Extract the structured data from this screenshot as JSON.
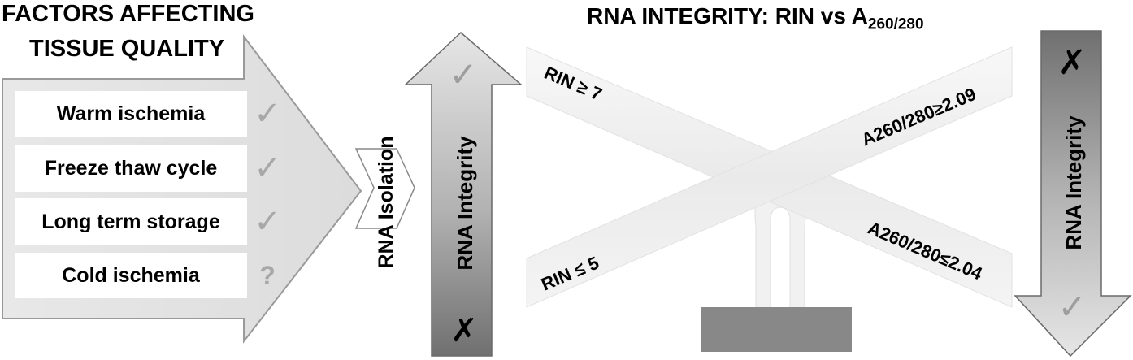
{
  "left_panel": {
    "title_line1": "FACTORS AFFECTING",
    "title_line2": "TISSUE QUALITY",
    "factors": [
      {
        "label": "Warm ischemia",
        "status": "✓"
      },
      {
        "label": "Freeze thaw cycle",
        "status": "✓"
      },
      {
        "label": "Long term storage",
        "status": "✓"
      },
      {
        "label": "Cold ischemia",
        "status": "?"
      }
    ]
  },
  "process": {
    "label": "RNA Isolation"
  },
  "up_arrow": {
    "label": "RNA Integrity",
    "top_mark": "✓",
    "bottom_mark": "✗"
  },
  "right_panel": {
    "title": "RNA INTEGRITY: RIN vs A",
    "title_subscript": "260/280",
    "beam_a": {
      "top_label": "RIN ≥ 7",
      "bottom_label": "A260/280≤2.04"
    },
    "beam_b": {
      "top_label": "A260/280≥2.09",
      "bottom_label": "RIN ≤ 5"
    }
  },
  "down_arrow": {
    "label": "RNA Integrity",
    "top_mark": "✗",
    "bottom_mark": "✓"
  }
}
